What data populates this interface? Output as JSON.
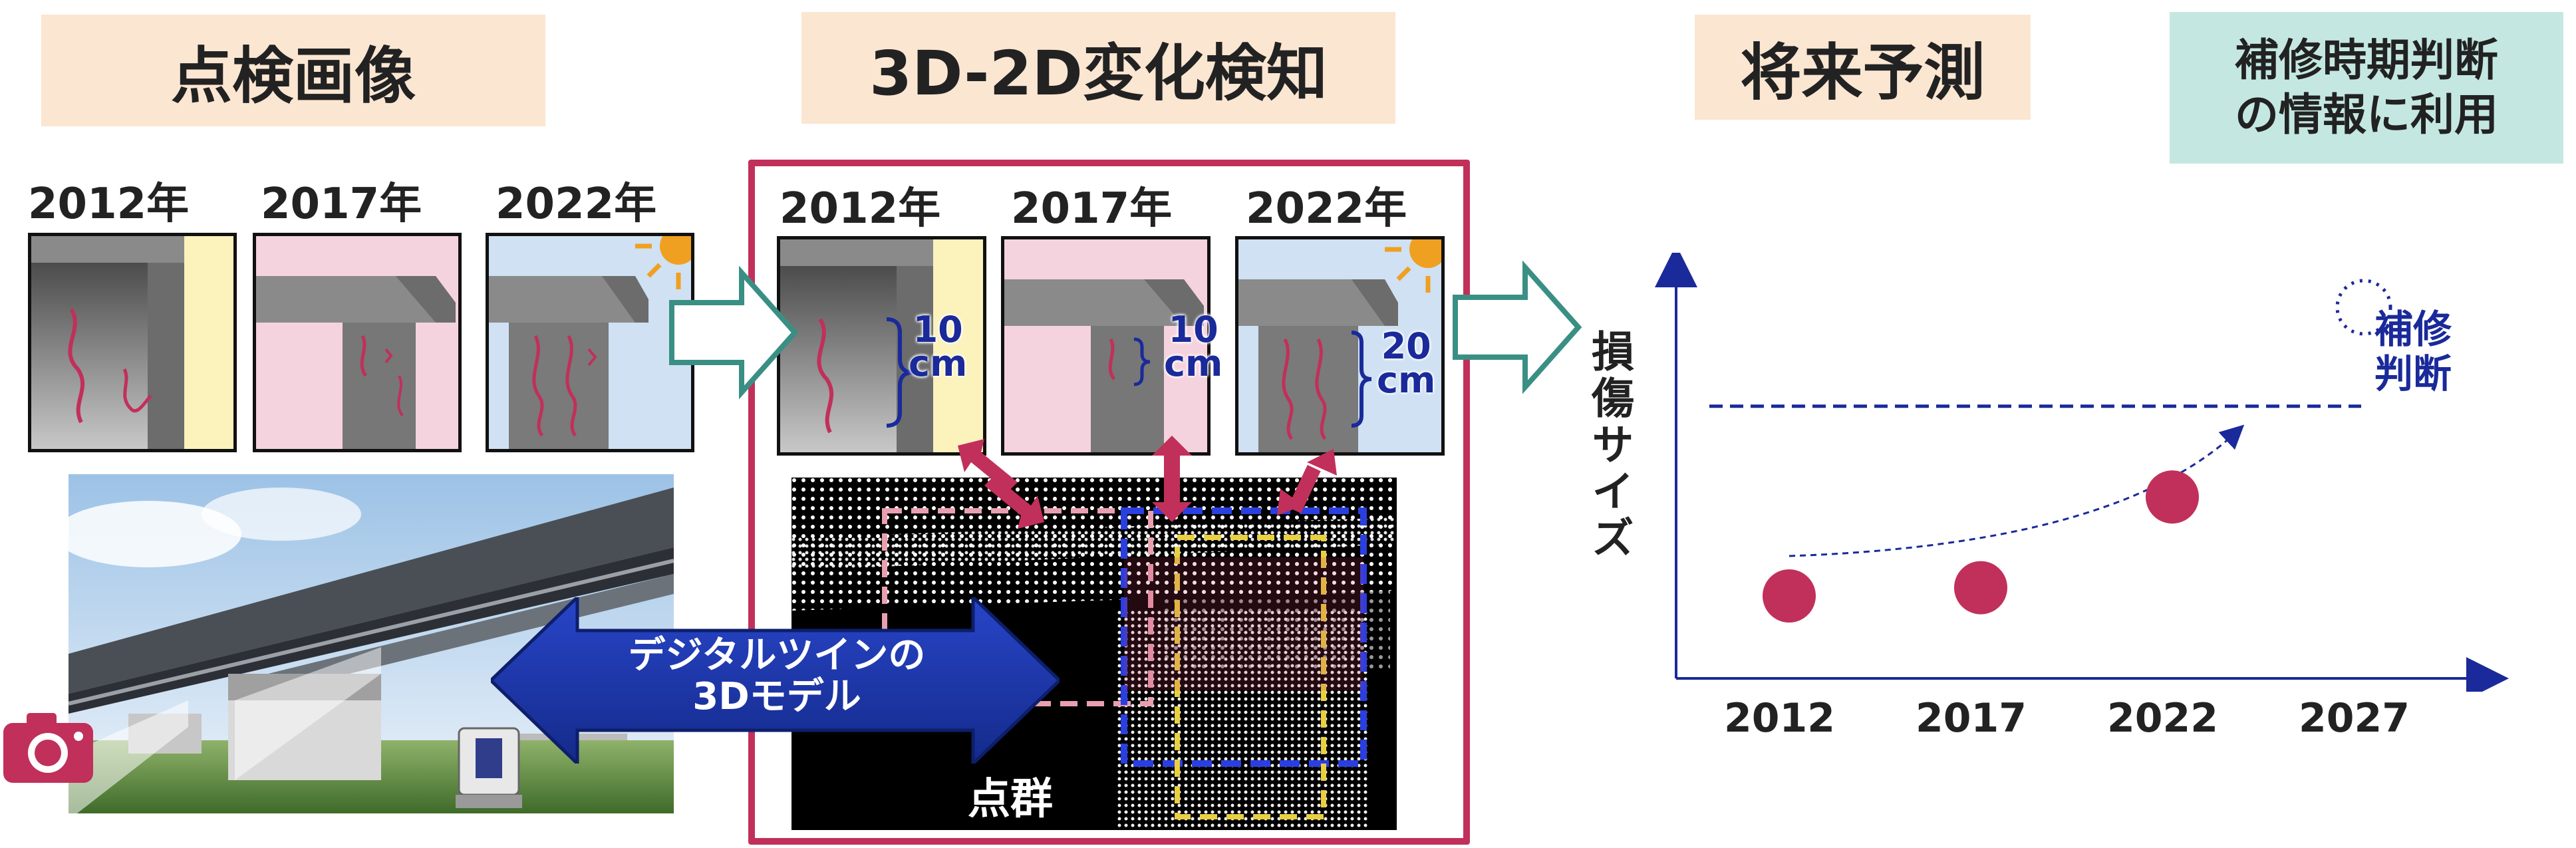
{
  "sections": {
    "inspection_images": "点検画像",
    "change_detection": "3D-2D変化検知",
    "forecast": "将来予測",
    "repair_info_line1": "補修時期判断",
    "repair_info_line2": "の情報に利用"
  },
  "inspection_years": [
    "2012年",
    "2017年",
    "2022年"
  ],
  "detection_years": [
    "2012年",
    "2017年",
    "2022年"
  ],
  "measurements": [
    {
      "value": "10",
      "unit": "cm"
    },
    {
      "value": "10",
      "unit": "cm"
    },
    {
      "value": "20",
      "unit": "cm"
    }
  ],
  "digital_twin_line1": "デジタルツインの",
  "digital_twin_line2": "3Dモデル",
  "point_cloud_label": "点群",
  "colors": {
    "accent_crimson": "#c1305a",
    "navy": "#1a2a9a",
    "teal_arrow": "#3a8f84",
    "tan_header": "#fbe6d2",
    "teal_header": "#c4e8e1",
    "panel_yellow": "#fbf2bc",
    "panel_pink": "#f5d3de",
    "panel_blue": "#cfe1f3"
  },
  "icons": [
    "camera-icon",
    "laser-scanner-icon",
    "sun-icon"
  ],
  "chart_data": {
    "type": "scatter",
    "categories": [
      "2012",
      "2017",
      "2022",
      "2027"
    ],
    "ylabel": "損傷サイズ",
    "series": [
      {
        "values": [
          1.0,
          1.1,
          2.2,
          null
        ],
        "marker": "filled-circle"
      },
      {
        "values": [
          null,
          null,
          null,
          4.5
        ],
        "marker": "dotted-circle"
      }
    ],
    "threshold": {
      "value": 3.3,
      "label_line1": "補修",
      "label_line2": "判断",
      "style": "dashed"
    },
    "trend": {
      "style": "dotted-arrow"
    },
    "ylim": [
      0,
      5
    ],
    "grid": false
  }
}
